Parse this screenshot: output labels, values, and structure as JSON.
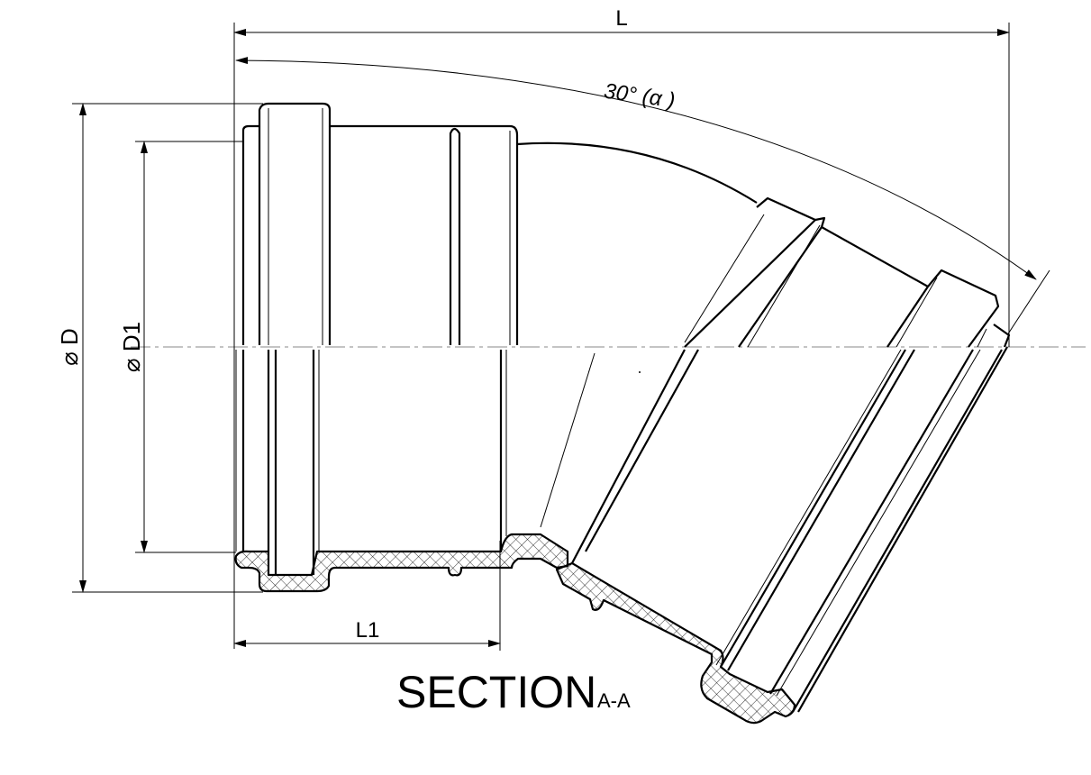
{
  "drawing": {
    "dimension_L": "L",
    "angle_label": "30° (α )",
    "dimension_D": "D",
    "dimension_D1": "D1",
    "diameter_symbol": "⌀",
    "dimension_L1": "L1",
    "section_title": "SECTION",
    "section_id": "A-A"
  }
}
